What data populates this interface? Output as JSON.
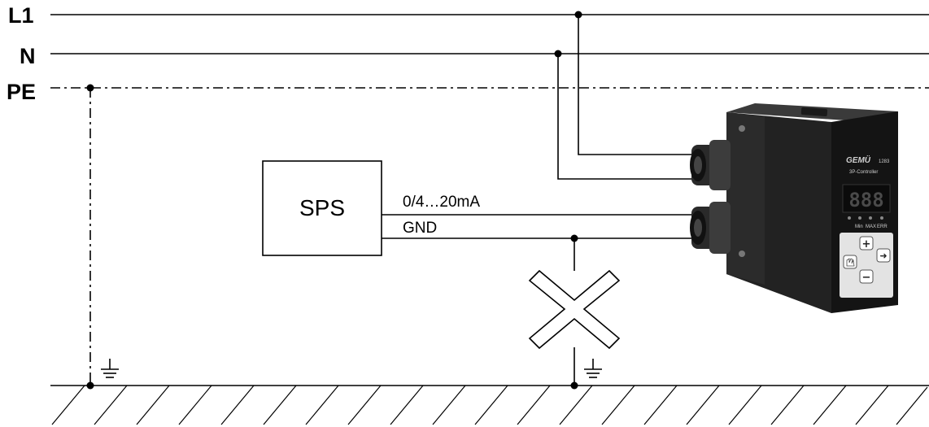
{
  "rails": {
    "l1": "L1",
    "n": "N",
    "pe": "PE"
  },
  "controller_box": {
    "label": "SPS"
  },
  "signals": {
    "analog": "0/4…20mA",
    "ground": "GND"
  },
  "device": {
    "brand": "GEMÜ",
    "model": "1283",
    "subtitle": "3P-Controller",
    "display": "888",
    "led_labels": [
      "Min",
      "MAX",
      "ERR"
    ],
    "buttons": [
      "+",
      "−",
      "➜"
    ]
  }
}
